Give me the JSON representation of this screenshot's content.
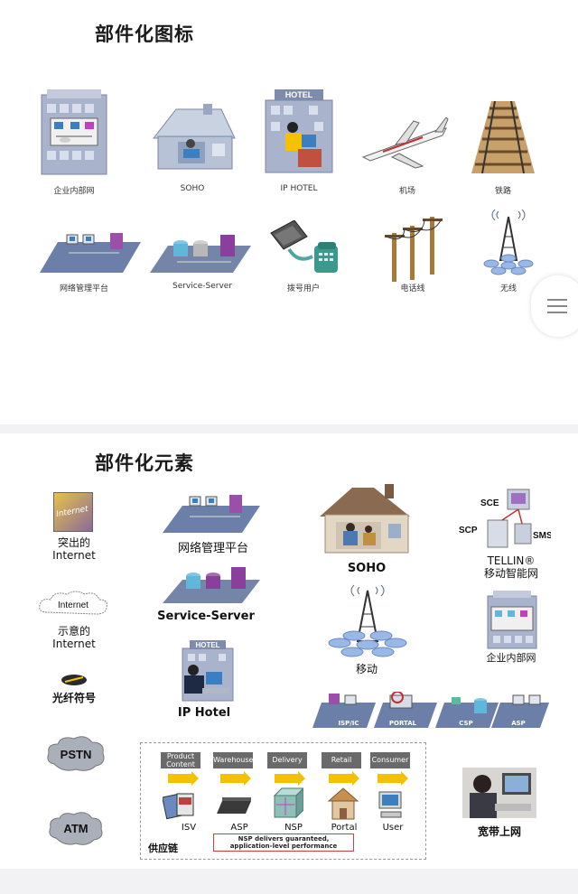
{
  "section1": {
    "title": "部件化图标",
    "row1": [
      "企业内部网",
      "SOHO",
      "IP HOTEL",
      "机场",
      "铁路"
    ],
    "row2": [
      "网络管理平台",
      "Service-Server",
      "拨号用户",
      "电话线",
      "无线"
    ],
    "hotel_sign": "HOTEL"
  },
  "section2": {
    "title": "部件化元素",
    "internet_badge": "Internet",
    "internet_solid_label": "突出的\nInternet",
    "internet_cloud_text": "Internet",
    "internet_cloud_label": "示意的\nInternet",
    "fiber_label": "光纤符号",
    "pstn": "PSTN",
    "atm": "ATM",
    "nms_label": "网络管理平台",
    "server_label": "Service-Server",
    "iphotel_label": "IP Hotel",
    "hotel_sign": "HOTEL",
    "soho_label": "SOHO",
    "mobile_label": "移动",
    "tellin_label": "TELLIN®\n移动智能网",
    "tellin_sce": "SCE",
    "tellin_scp": "SCP",
    "tellin_sms": "SMS",
    "intranet_label": "企业内部网",
    "providers": [
      "ISP/IC",
      "PORTAL",
      "CSP",
      "ASP"
    ],
    "broadband_label": "宽带上网",
    "chain": {
      "headers": [
        "Product Content Application",
        "Warehouse",
        "Delivery",
        "Retail",
        "Consumer"
      ],
      "labels": [
        "ISV",
        "ASP",
        "NSP",
        "Portal",
        "User"
      ],
      "note": "NSP delivers guaranteed, application-level performance",
      "caption": "供应链"
    }
  },
  "colors": {
    "accent_yellow": "#f2c200",
    "purple": "#7b3f8c",
    "cyan": "#5fb8d9",
    "platform": "#6b7fa8",
    "building": "#9aa6c2"
  }
}
